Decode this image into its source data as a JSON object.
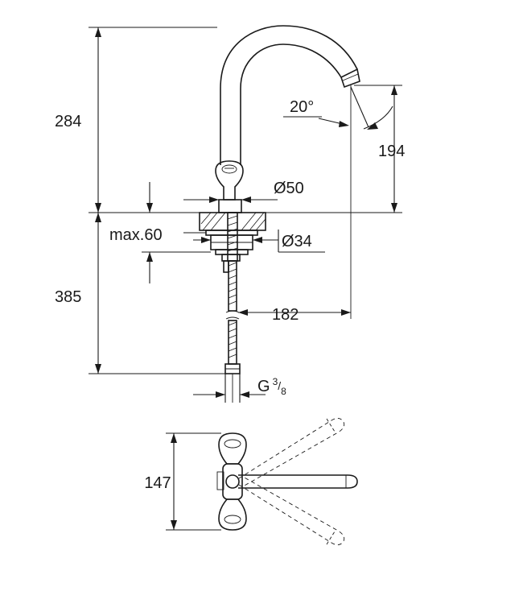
{
  "dimensions": {
    "spout_height": "284",
    "spout_angle": "20°",
    "outlet_height": "194",
    "body_diameter": "Ø50",
    "max_deck": "max.60",
    "hole_diameter": "Ø34",
    "below_deck": "385",
    "reach": "182",
    "connection_main": "G",
    "connection_num": "3",
    "connection_den": "8",
    "handle_span": "147"
  }
}
